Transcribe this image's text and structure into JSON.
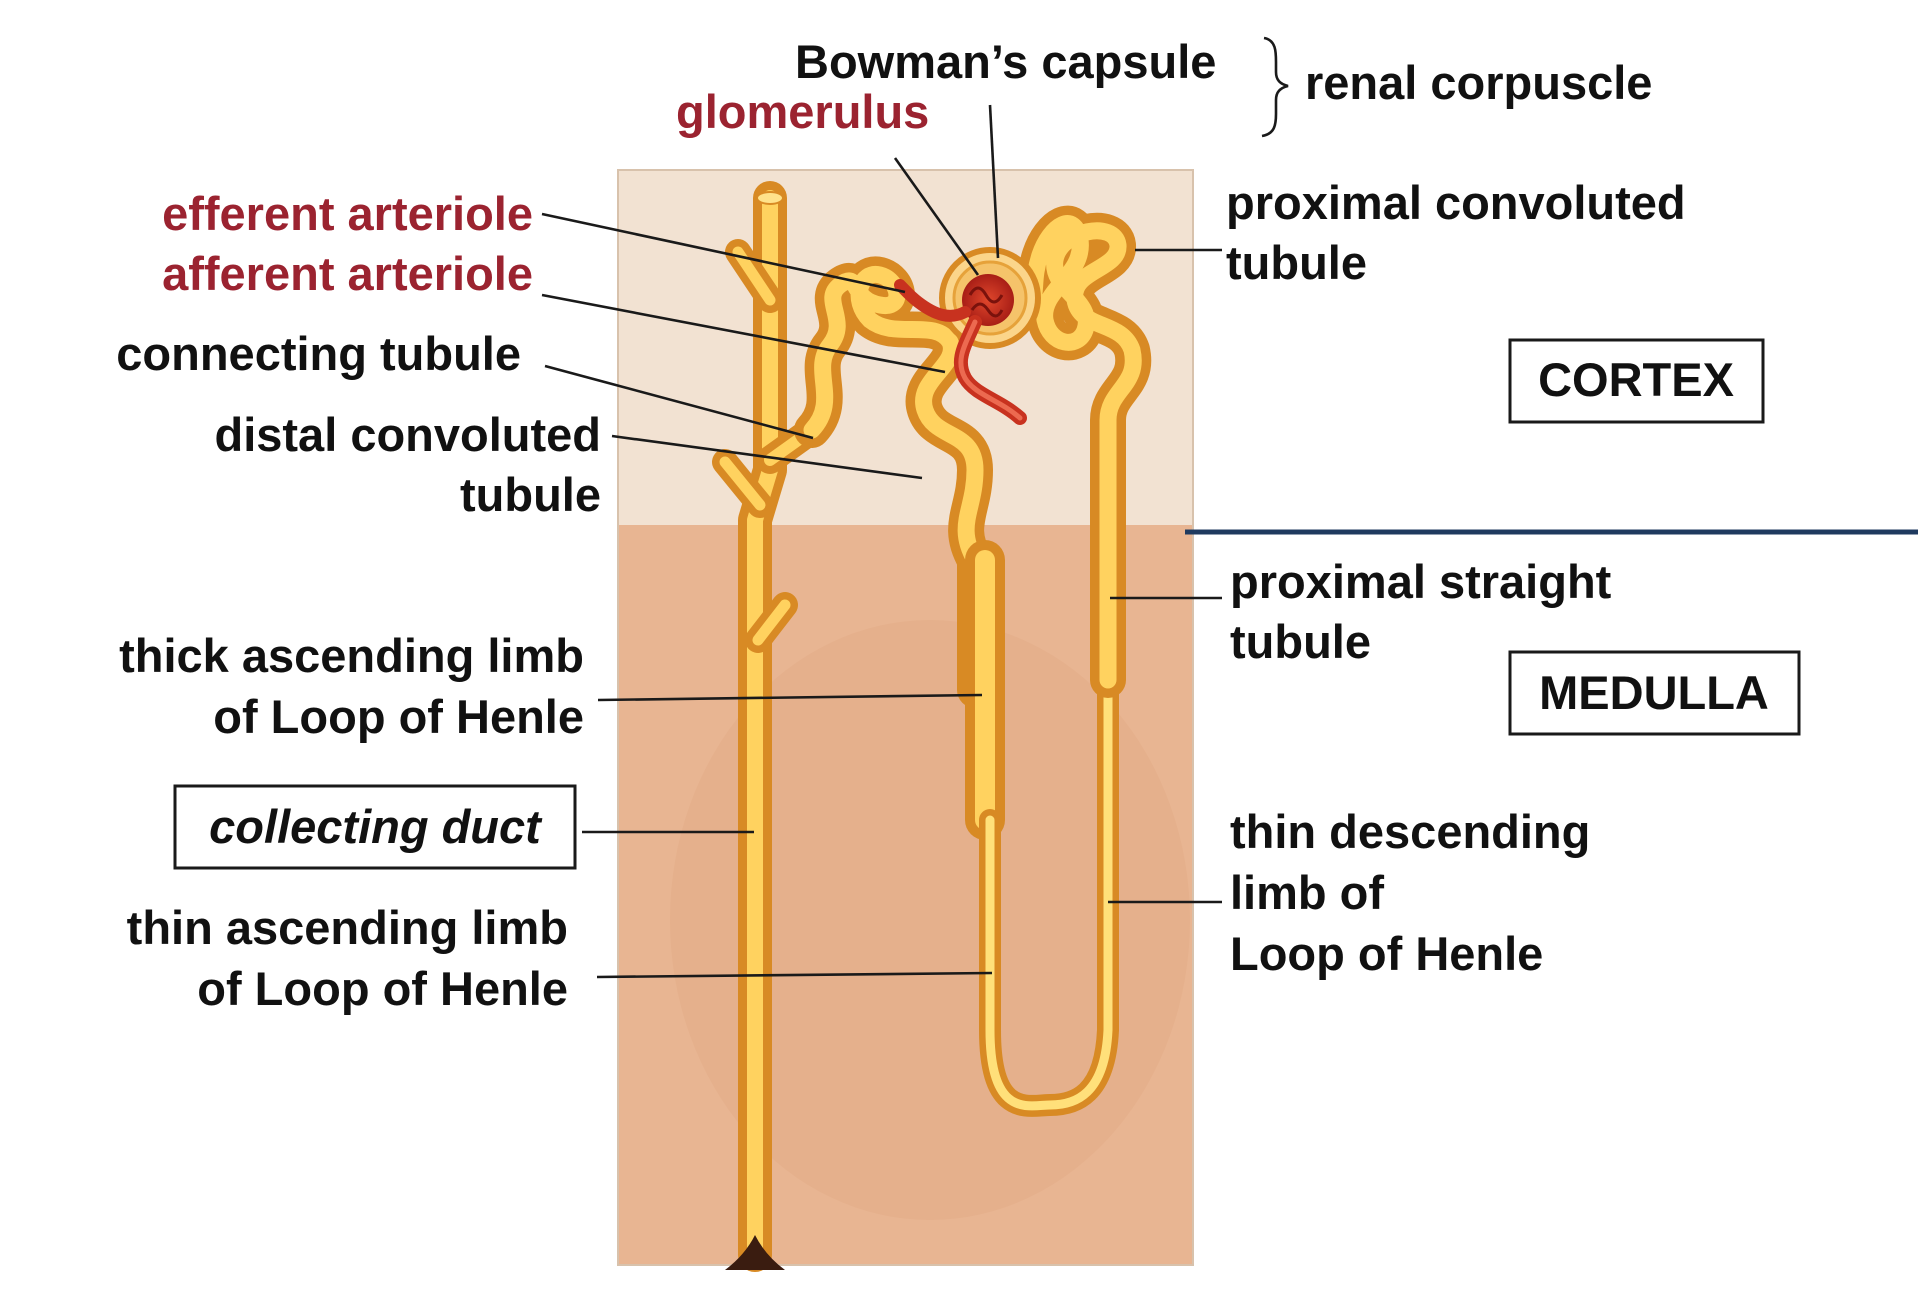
{
  "labels": {
    "bowmans_capsule": "Bowman’s capsule",
    "glomerulus": "glomerulus",
    "renal_corpuscle": "renal corpuscle",
    "efferent_arteriole": "efferent arteriole",
    "afferent_arteriole": "afferent arteriole",
    "connecting_tubule": "connecting tubule",
    "distal_convoluted_1": "distal convoluted",
    "distal_convoluted_2": "tubule",
    "proximal_convoluted_1": "proximal convoluted",
    "proximal_convoluted_2": "tubule",
    "proximal_straight_1": "proximal straight",
    "proximal_straight_2": "tubule",
    "thick_ascending_1": "thick ascending limb",
    "thick_ascending_2": "of Loop of Henle",
    "collecting_duct": "collecting duct",
    "thin_ascending_1": "thin ascending limb",
    "thin_ascending_2": "of Loop of Henle",
    "thin_descending_1": "thin descending",
    "thin_descending_2": "limb of",
    "thin_descending_3": "Loop of Henle"
  },
  "regions": {
    "cortex": "CORTEX",
    "medulla": "MEDULLA"
  },
  "colors": {
    "label_text": "#111111",
    "vascular_label_text": "#9b2330",
    "cortex_background": "#f2e4d6",
    "medulla_background": "#e9b896",
    "tubule_fill": "#f6b53c",
    "tubule_highlight": "#ffe07a",
    "vessel_red": "#d8402a",
    "divider_line": "#1f3a5f"
  }
}
